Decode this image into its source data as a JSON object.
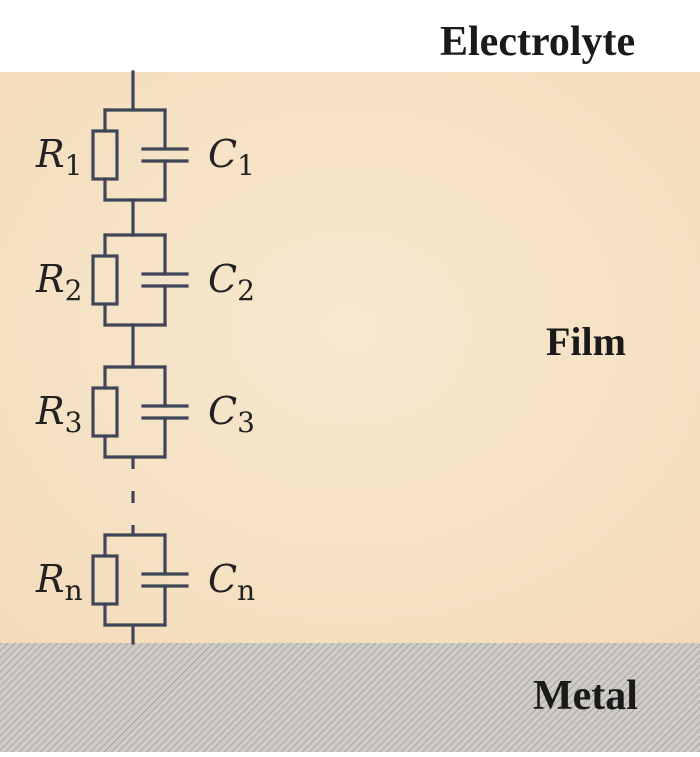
{
  "regions": {
    "electrolyte": "Electrolyte",
    "film": "Film",
    "metal": "Metal"
  },
  "colors": {
    "film_bg": "#f6e3c6",
    "metal_bg": "#c9c6c2",
    "wire": "#3f4657"
  },
  "circuit": {
    "stages": [
      {
        "r_symbol": "R",
        "r_sub": "1",
        "c_symbol": "C",
        "c_sub": "1"
      },
      {
        "r_symbol": "R",
        "r_sub": "2",
        "c_symbol": "C",
        "c_sub": "2"
      },
      {
        "r_symbol": "R",
        "r_sub": "3",
        "c_symbol": "C",
        "c_sub": "3"
      },
      {
        "r_symbol": "R",
        "r_sub": "n",
        "c_symbol": "C",
        "c_sub": "n"
      }
    ]
  }
}
